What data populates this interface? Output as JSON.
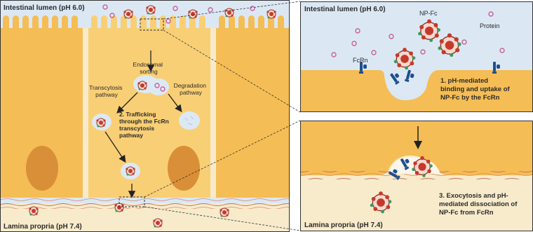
{
  "left_panel": {
    "lumen_label": "Intestinal lumen (pH 6.0)",
    "lamina_label": "Lamina propria (pH 7.4)",
    "endosomal_sorting": [
      "Endosomal",
      "sorting"
    ],
    "transcytosis_pathway": [
      "Transcytosis",
      "pathway"
    ],
    "degradation_pathway": [
      "Degradation",
      "pathway"
    ],
    "step2": [
      "2. Trafficking",
      "through the FcRn",
      "transcytosis",
      "pathway"
    ]
  },
  "top_right": {
    "lumen_label": "Intestinal lumen (pH 6.0)",
    "np_fc_label": "NP-Fc",
    "protein_label": "Protein",
    "fcrn_label": "FcRn",
    "step1": [
      "1. pH-mediated",
      "binding and uptake of",
      "NP-Fc by the FcRn"
    ]
  },
  "bottom_right": {
    "lamina_label": "Lamina propria (pH 7.4)",
    "step3": [
      "3. Exocytosis and pH-",
      "mediated dissociation of",
      "NP-Fc from FcRn"
    ]
  },
  "colors": {
    "lumen": "#dbe8f4",
    "cell": "#f5bd55",
    "cell_light": "#f9cf75",
    "nucleus": "#d98f38",
    "lamina": "#f7ebcb",
    "vesicle": "#dce9f5",
    "fcrn": "#1f4f8c",
    "nanoparticle": "#c43a2a",
    "protein": "#c8609c"
  }
}
